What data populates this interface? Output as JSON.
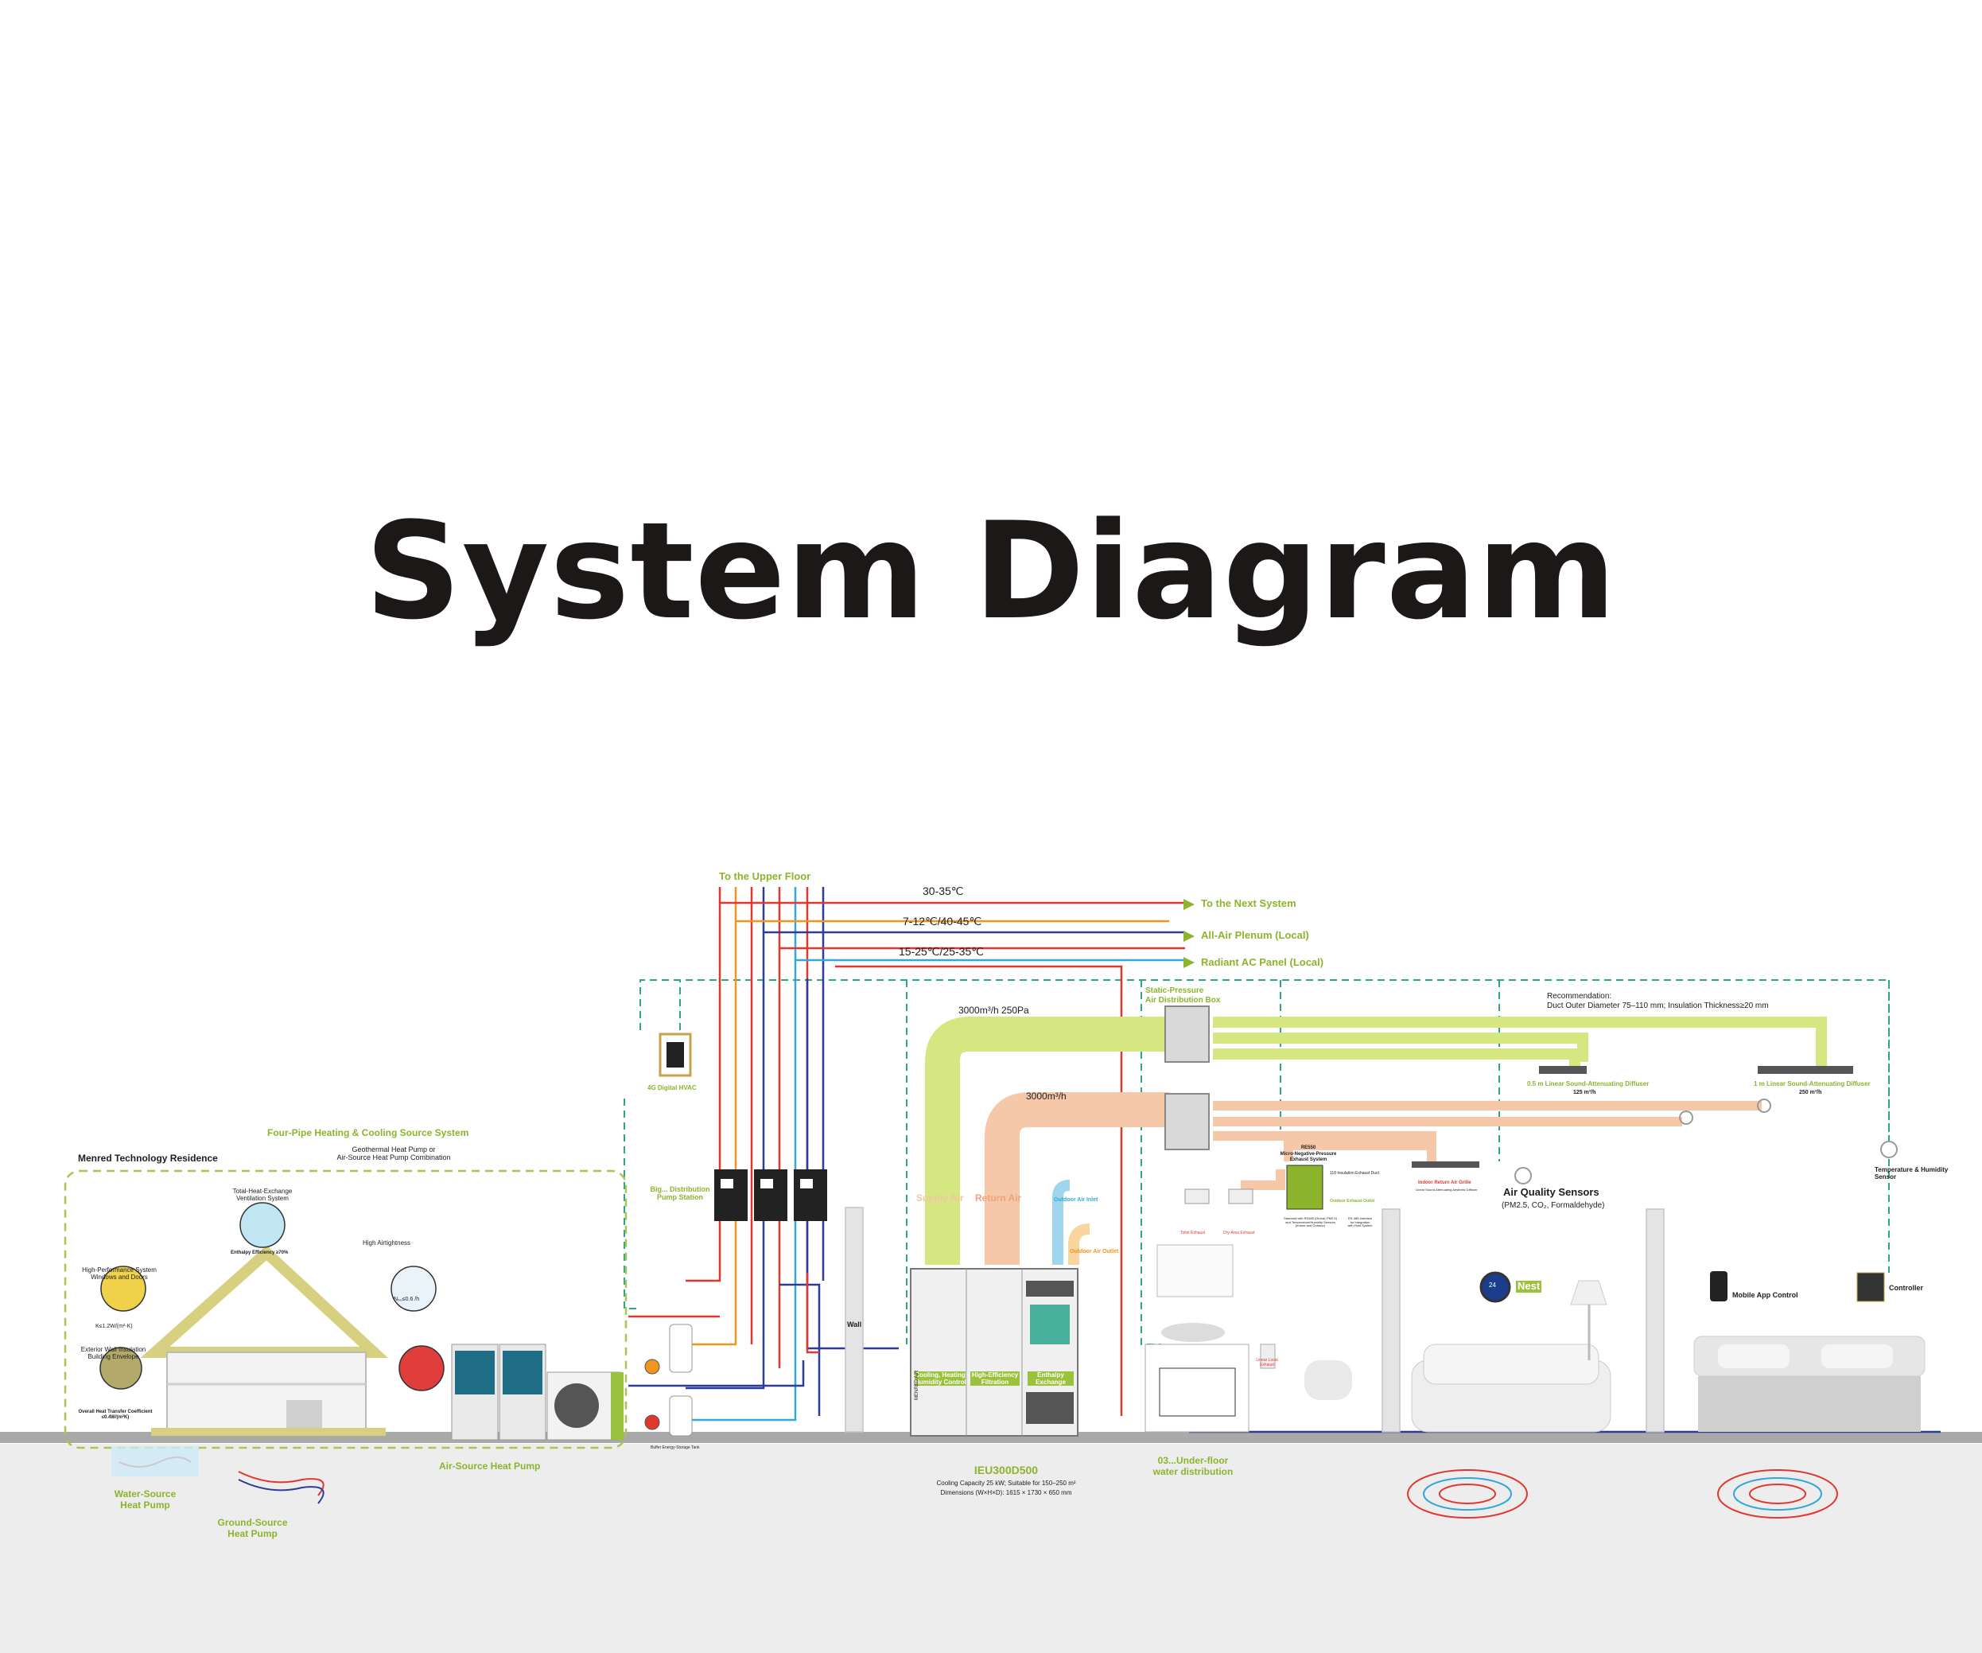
{
  "title": "System Diagram",
  "top_labels": {
    "upper_floor": "To the Upper Floor",
    "temp_1": "30-35℃",
    "temp_2": "7-12℃/40-45℃",
    "temp_3": "15-25℃/25-35℃",
    "next_system": "To the Next System",
    "all_air": "All-Air Plenum (Local)",
    "radiant": "Radiant AC Panel (Local)"
  },
  "ducts": {
    "green_flow": "3000m³/h  250Pa",
    "orange_flow": "3000m³/h",
    "static_box": "Static-Pressure\nAir Distribution Box",
    "recommendation": "Recommendation:\nDuct Outer Diameter 75–110 mm; Insulation Thickness≥20 mm",
    "diffuser_1": "0.5 m Linear Sound-Attenuating Diffuser",
    "diffuser_1_flow": "125 m³/h",
    "diffuser_2": "1 m Linear Sound-Attenuating Diffuser",
    "diffuser_2_flow": "250 m³/h"
  },
  "house": {
    "residence": "Menred Technology Residence",
    "source_system": "Four-Pipe Heating & Cooling Source System",
    "source_sub": "Geothermal Heat Pump or\nAir-Source Heat Pump Combination",
    "ventilation": "Total-Heat-Exchange\nVentilation System",
    "enthalpy_eff": "Enthalpy Efficiency ≥70%",
    "airtightness": "High Airtightness",
    "airtight_value": "N₅₀≤0.6 /h",
    "windows": "High-Performance System\nWindows and Doors",
    "window_value": "K≤1.2W/(m²·K)",
    "insulation": "Exterior Wall Insulation\nBuilding Envelope",
    "wall_coef": "Overall Heat Transfer Coefficient\n≤0.4W/(m²K)",
    "water_source": "Water-Source\nHeat Pump",
    "ground_source": "Ground-Source\nHeat Pump",
    "air_source": "Air-Source Heat Pump"
  },
  "equipment": {
    "hvac_4g": "4G Digital HVAC",
    "pump_station": "Big... Distribution\nPump Station",
    "buffer_tank": "Buffer Energy-Storage Tank",
    "wall": "Wall",
    "return_air": "Return Air",
    "supply_air": "Supply Air",
    "outdoor_inlet": "Outdoor Air Inlet",
    "outdoor_outlet": "Outdoor Air Outlet",
    "module_1": "Cooling, Heating\nHumidity Control",
    "module_2": "High-Efficiency\nFiltration",
    "module_3": "Enthalpy\nExchange",
    "unit_model": "IEU300D500",
    "unit_spec": "Cooling Capacity 25 kW; Suitable for 150–250 m²",
    "unit_dims": "Dimensions (W×H×D): 1615 × 1730 × 650 mm",
    "brand_side": "MENRED AIR"
  },
  "exhaust": {
    "title": "Micro-Negative-Pressure\nExhaust System",
    "model": "RE550",
    "exhaust_duct": "110 Insulation Exhaust Duct",
    "outdoor_exhaust": "Outdoor Exhaust Outlet",
    "toilet": "Toilet Exhaust",
    "dry_area": "Dry-Area Exhaust",
    "note_1": "Standard with RS485 (Global; PM2.5)\nand Temperature/Humidity Sensors\n(Indoor and Outdoor)",
    "note_2": "RS-485 Interface\nfor Integration\nwith Host System",
    "return_grille": "Indoor Return Air Grille",
    "return_grille_sub": "Linear Sound-Attenuating Aesthetic Diffuser",
    "linear_exhaust": "Linear Local\nExhaust"
  },
  "controls": {
    "air_quality": "Air Quality Sensors",
    "air_quality_sub": "(PM2.5, CO₂, Formaldehyde)",
    "temp_humidity": "Temperature & Humidity\nSensor",
    "nest": "Nest",
    "nest_value": "24",
    "mobile_app": "Mobile App Control",
    "controller": "Controller"
  },
  "floor_heating": {
    "label": "03...Under-floor\nwater distribution"
  },
  "colors": {
    "green": "#8cb42c",
    "duct_green": "#d6e680",
    "duct_orange": "#f6c8aa",
    "pipe_red": "#e0382e",
    "pipe_blue": "#2d3c96",
    "pipe_orange": "#f0961e",
    "pipe_cyan": "#33a8d8",
    "dash_teal": "#2ca58c"
  }
}
